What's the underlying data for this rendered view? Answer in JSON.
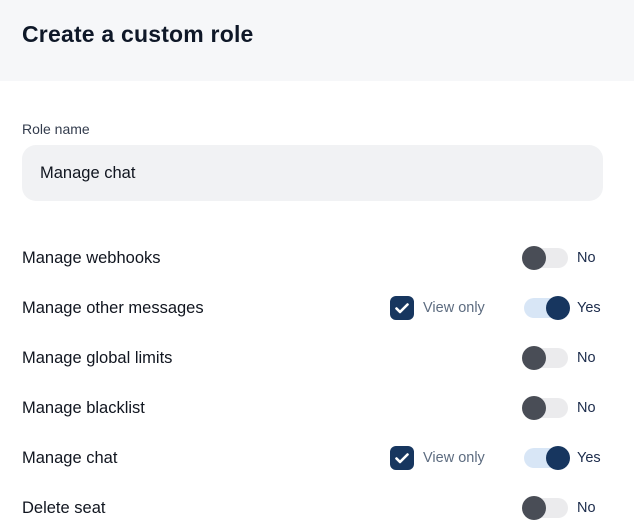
{
  "header": {
    "title": "Create a custom role"
  },
  "form": {
    "role_name_label": "Role name",
    "role_name_value": "Manage chat"
  },
  "permissions": {
    "view_only_label": "View only",
    "rows": [
      {
        "label": "Manage webhooks",
        "view_only": false,
        "view_only_checked": false,
        "enabled": false,
        "state_label": "No"
      },
      {
        "label": "Manage other messages",
        "view_only": true,
        "view_only_checked": true,
        "enabled": true,
        "state_label": "Yes"
      },
      {
        "label": "Manage global limits",
        "view_only": false,
        "view_only_checked": false,
        "enabled": false,
        "state_label": "No"
      },
      {
        "label": "Manage blacklist",
        "view_only": false,
        "view_only_checked": false,
        "enabled": false,
        "state_label": "No"
      },
      {
        "label": "Manage chat",
        "view_only": true,
        "view_only_checked": true,
        "enabled": true,
        "state_label": "Yes"
      },
      {
        "label": "Delete seat",
        "view_only": false,
        "view_only_checked": false,
        "enabled": false,
        "state_label": "No"
      }
    ]
  },
  "colors": {
    "accent_navy": "#17365f",
    "title_color": "#0f1828",
    "text_dark": "#10151f",
    "label_muted": "#333c4d",
    "viewonly_color": "#5d6c80",
    "state_color": "#1b2b4b",
    "header_bg": "#f6f7f9",
    "input_bg": "#f1f2f4",
    "toggle_off_knob": "#494d56",
    "toggle_off_track": "#ebebed",
    "toggle_on_track": "#d8e6f6"
  }
}
